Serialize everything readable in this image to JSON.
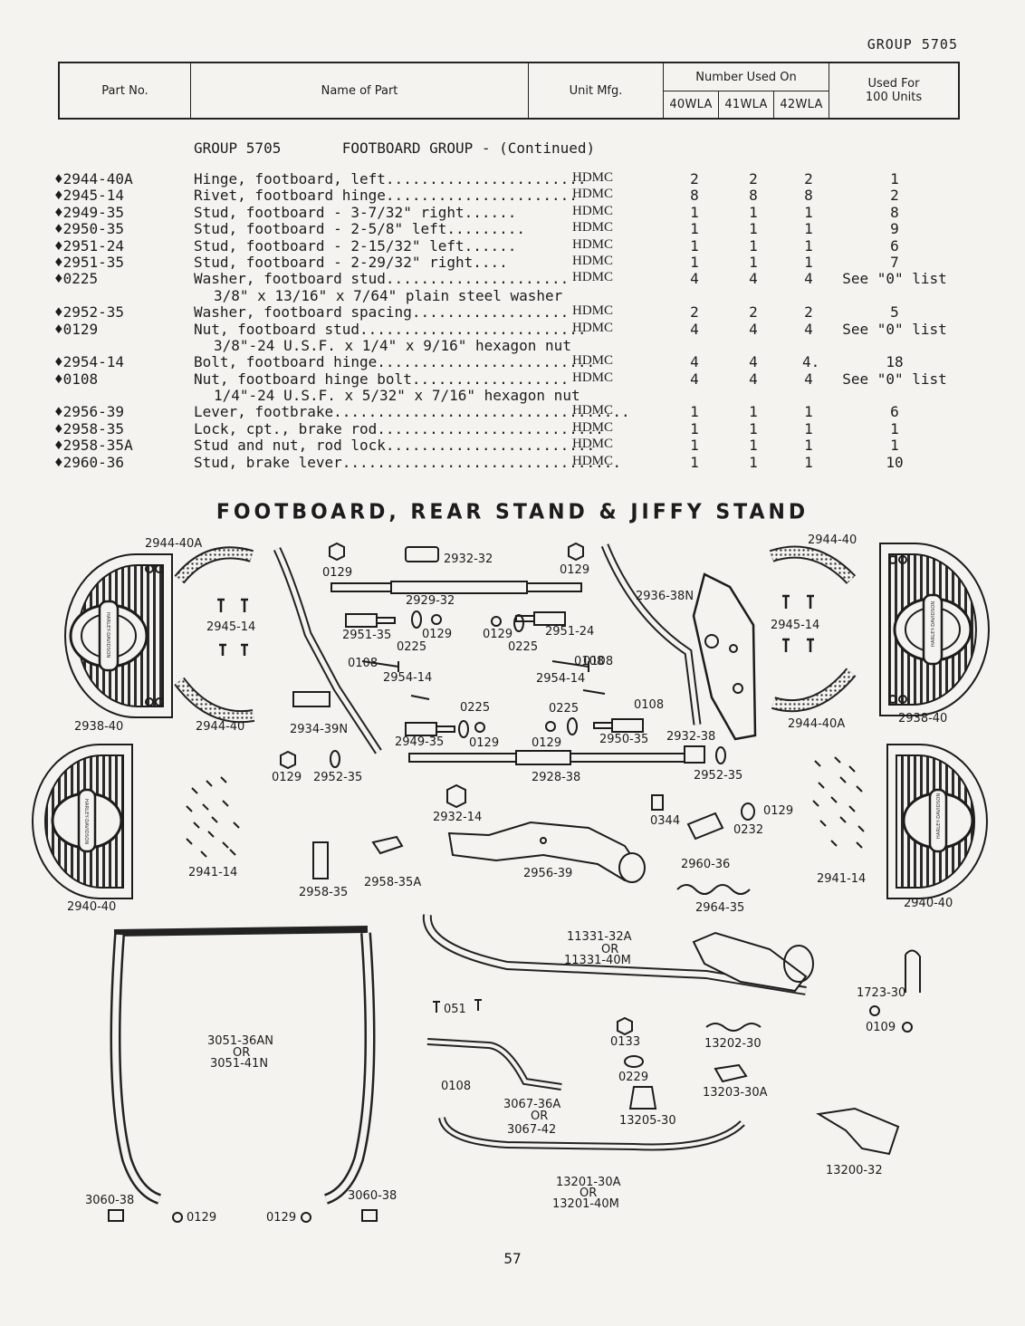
{
  "group_header": "GROUP 5705",
  "table_header": {
    "part_no": "Part No.",
    "name_of_part": "Name of Part",
    "unit_mfg": "Unit Mfg.",
    "number_used_on": "Number Used On",
    "models": [
      "40WLA",
      "41WLA",
      "42WLA"
    ],
    "used_for": "Used For",
    "used_for_units": "100 Units"
  },
  "section_heading": "GROUP 5705       FOOTBOARD GROUP - (Continued)",
  "parts": [
    {
      "part_no": "♦2944-40A",
      "name": "Hinge, footboard, left.......................",
      "mfg": "HDMC",
      "q": [
        "2",
        "2",
        "2"
      ],
      "used_for": "1"
    },
    {
      "part_no": "♦2945-14",
      "name": "Rivet, footboard hinge......................",
      "mfg": "HDMC",
      "q": [
        "8",
        "8",
        "8"
      ],
      "used_for": "2"
    },
    {
      "part_no": "♦2949-35",
      "name": "Stud, footboard - 3-7/32\" right......",
      "mfg": "HDMC",
      "q": [
        "1",
        "1",
        "1"
      ],
      "used_for": "8"
    },
    {
      "part_no": "♦2950-35",
      "name": "Stud, footboard - 2-5/8\" left.........",
      "mfg": "HDMC",
      "q": [
        "1",
        "1",
        "1"
      ],
      "used_for": "9"
    },
    {
      "part_no": "♦2951-24",
      "name": "Stud, footboard - 2-15/32\" left......",
      "mfg": "HDMC",
      "q": [
        "1",
        "1",
        "1"
      ],
      "used_for": "6"
    },
    {
      "part_no": "♦2951-35",
      "name": "Stud, footboard - 2-29/32\" right....",
      "mfg": "HDMC",
      "q": [
        "1",
        "1",
        "1"
      ],
      "used_for": "7"
    },
    {
      "part_no": "♦0225",
      "name": "Washer, footboard stud.....................",
      "mfg": "HDMC",
      "q": [
        "4",
        "4",
        "4"
      ],
      "used_for": "See \"0\" list"
    },
    {
      "sub": "3/8\" x 13/16\" x 7/64\" plain steel washer"
    },
    {
      "part_no": "♦2952-35",
      "name": "Washer, footboard spacing..................",
      "mfg": "HDMC",
      "q": [
        "2",
        "2",
        "2"
      ],
      "used_for": "5"
    },
    {
      "part_no": "♦0129",
      "name": "Nut, footboard stud..........................",
      "mfg": "HDMC",
      "q": [
        "4",
        "4",
        "4"
      ],
      "used_for": "See \"0\" list"
    },
    {
      "sub": "3/8\"-24 U.S.F. x 1/4\" x 9/16\" hexagon nut"
    },
    {
      "part_no": "♦2954-14",
      "name": "Bolt, footboard hinge.........................",
      "mfg": "HDMC",
      "q": [
        "4",
        "4",
        "4."
      ],
      "used_for": "18"
    },
    {
      "part_no": "♦0108",
      "name": "Nut, footboard hinge bolt..................",
      "mfg": "HDMC",
      "q": [
        "4",
        "4",
        "4"
      ],
      "used_for": "See \"0\" list"
    },
    {
      "sub": "1/4\"-24 U.S.F. x 5/32\" x 7/16\" hexagon nut"
    },
    {
      "part_no": "♦2956-39",
      "name": "Lever, footbrake..................................",
      "mfg": "HDMC",
      "q": [
        "1",
        "1",
        "1"
      ],
      "used_for": "6"
    },
    {
      "part_no": "♦2958-35",
      "name": "Lock, cpt., brake rod..........................",
      "mfg": "HDMC",
      "q": [
        "1",
        "1",
        "1"
      ],
      "used_for": "1"
    },
    {
      "part_no": "♦2958-35A",
      "name": "Stud and nut, rod lock........................",
      "mfg": "HDMC",
      "q": [
        "1",
        "1",
        "1"
      ],
      "used_for": "1"
    },
    {
      "part_no": "♦2960-36",
      "name": "Stud,  brake lever................................",
      "mfg": "HDMC",
      "q": [
        "1",
        "1",
        "1"
      ],
      "used_for": "10"
    }
  ],
  "diagram": {
    "title": "FOOTBOARD, REAR STAND & JIFFY STAND",
    "badge_text": "HARLEY-DAVIDSON",
    "callouts": [
      "2944-40A",
      "2932-32",
      "0129",
      "0129",
      "2944-40",
      "2929-32",
      "2936-38N",
      "2945-14",
      "2951-35",
      "0129",
      "0129",
      "2951-24",
      "2945-14",
      "0225",
      "0225",
      "0108",
      "0108",
      "2954-14",
      "2954-14",
      "0108",
      "0225",
      "0225",
      "0108",
      "2938-40",
      "2944-40",
      "2934-39N",
      "2949-35",
      "0129",
      "0129",
      "2950-35",
      "2932-38",
      "2944-40A",
      "2938-40",
      "0129",
      "2952-35",
      "2928-38",
      "2952-35",
      "2932-14",
      "0344",
      "0129",
      "0232",
      "2960-36",
      "2941-14",
      "2956-39",
      "2958-35",
      "2958-35A",
      "2941-14",
      "2964-35",
      "2940-40",
      "2940-40",
      "11331-32A",
      "OR",
      "11331-40M",
      "1723-30",
      "0109",
      "051",
      "3051-36AN",
      "OR",
      "3051-41N",
      "0133",
      "13202-30",
      "0229",
      "0108",
      "3067-36A",
      "OR",
      "3067-42",
      "13205-30",
      "13203-30A",
      "13200-32",
      "13201-30A",
      "OR",
      "13201-40M",
      "3060-38",
      "3060-38",
      "0129",
      "0129"
    ]
  },
  "page_number": "57"
}
